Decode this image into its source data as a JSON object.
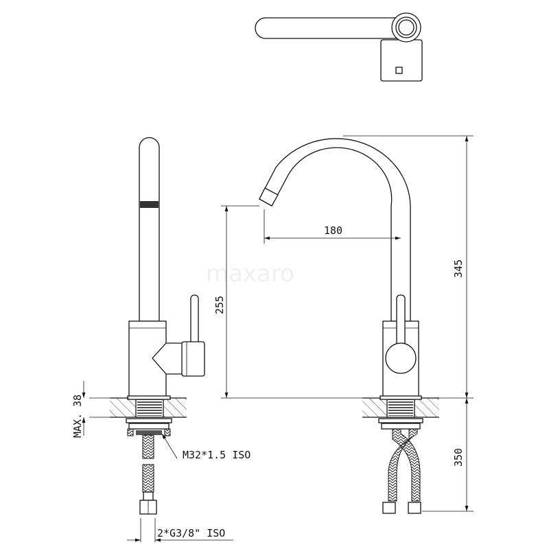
{
  "drawing": {
    "watermark": "maxaro",
    "dimensions": {
      "spout_reach": "180",
      "total_height": "345",
      "spout_height": "255",
      "hose_length": "350",
      "max_deck_thickness": "MAX. 38",
      "mounting_thread": "M32*1.5 ISO",
      "connection": "2*G3/8\" ISO"
    }
  }
}
